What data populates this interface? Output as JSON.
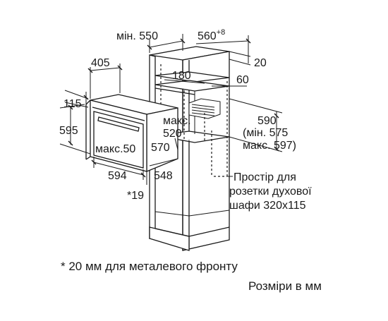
{
  "diagram": {
    "oven": {
      "width": "594",
      "height": "595",
      "depth": "548",
      "top_offset": "115",
      "panel_offset": "405",
      "front_depth": "*19",
      "max_gap": "макс.50",
      "depth_alt": "570"
    },
    "cabinet": {
      "min_width": "мін. 550",
      "depth": "560",
      "depth_sup": "+8",
      "rear_gap": "20",
      "vent_width": "180",
      "vent_depth": "60",
      "max_label": "макс.",
      "max_value": "520",
      "niche_height": "590",
      "niche_min": "(мін. 575",
      "niche_max": "макс. 597)"
    },
    "socket_note": {
      "line1": "Простір для",
      "line2": "розетки духової",
      "line3": "шафи 320x115"
    }
  },
  "footnote": "* 20 мм для металевого фронту",
  "units_note": "Розміри в мм"
}
